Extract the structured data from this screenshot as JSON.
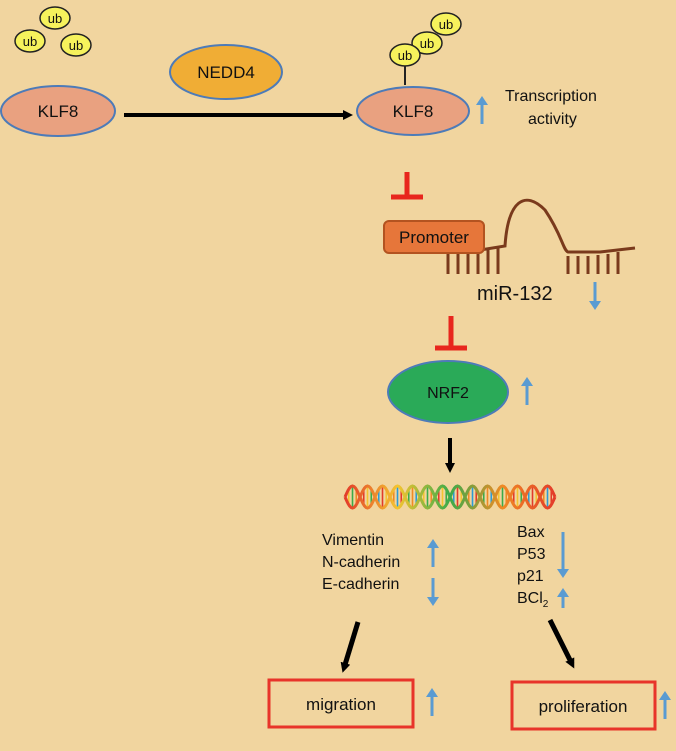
{
  "colors": {
    "background": "#f1d59f",
    "klf8_fill": "#e9a180",
    "klf8_stroke": "#4d7bb8",
    "nedd4_fill": "#f0ad35",
    "nedd4_stroke": "#4d7bb8",
    "ub_fill": "#f6f25c",
    "nrf2_fill": "#2aaa58",
    "promoter_fill": "#e6763a",
    "promoter_stroke": "#b35320",
    "mirna_stroke": "#7a3a1c",
    "inhibit_red": "#e8261d",
    "up_down_arrow": "#5a9bd2",
    "box_red": "#e8342a",
    "black_arrow": "#000000"
  },
  "labels": {
    "ub": "ub",
    "klf8_left": "KLF8",
    "klf8_right": "KLF8",
    "nedd4": "NEDD4",
    "transcription_line1": "Transcription",
    "transcription_line2": "activity",
    "promoter": "Promoter",
    "mirna": "miR-132",
    "nrf2": "NRF2",
    "markers_left": [
      "Vimentin",
      "N-cadherin",
      "E-cadherin"
    ],
    "markers_right": [
      "Bax",
      "P53",
      "p21"
    ],
    "bcl_base": "BCl",
    "bcl_sub": "2",
    "migration": "migration",
    "proliferation": "proliferation"
  },
  "regulation": {
    "transcription_activity": "up",
    "mirna": "down",
    "nrf2": "up",
    "vimentin_n_cadherin": "up",
    "e_cadherin": "down",
    "bax_p53_p21": "down",
    "bcl2": "up",
    "migration": "up",
    "proliferation": "up"
  }
}
